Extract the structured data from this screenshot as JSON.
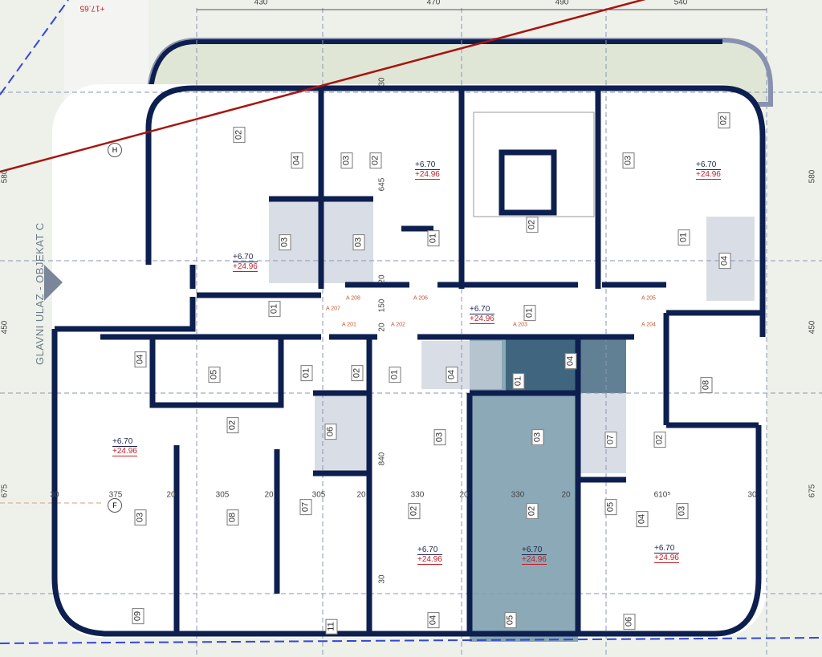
{
  "entrance_label": "GLAVNI ULAZ - OBJEKAT C",
  "top_dimensions": [
    "430",
    "470",
    "490",
    "540"
  ],
  "left_dimensions": [
    "580",
    "450",
    "675"
  ],
  "right_dimensions": [
    "580",
    "450",
    "675"
  ],
  "row_dimensions": [
    "30",
    "375",
    "20",
    "305",
    "20",
    "305",
    "20",
    "330",
    "20",
    "330",
    "20",
    "610⁵",
    "30"
  ],
  "vertical_dimensions": [
    "30",
    "645",
    "20",
    "150",
    "20",
    "840",
    "30"
  ],
  "site_elevation": "+17.65",
  "elevation": {
    "relative": "+6.70",
    "absolute": "+24.96"
  },
  "axis_markers": [
    "H",
    "F"
  ],
  "door_tags": [
    "A 201",
    "A 202",
    "A 203",
    "A 204",
    "A 205",
    "A 206",
    "A 207",
    "A 208"
  ],
  "room_numbers": [
    "02",
    "04",
    "01",
    "03",
    "03",
    "03",
    "02",
    "01",
    "02",
    "03",
    "02",
    "01",
    "04",
    "01",
    "04",
    "05",
    "01",
    "02",
    "02",
    "06",
    "01",
    "04",
    "01",
    "04",
    "08",
    "02",
    "07",
    "03",
    "03",
    "03",
    "08",
    "07",
    "02",
    "02",
    "05",
    "04",
    "03",
    "09",
    "11",
    "04",
    "05",
    "06"
  ],
  "colors": {
    "wall": "#0d1f4f",
    "highlight": "#3e6f86",
    "section_line": "#a8140e",
    "axis_line": "#3344dd",
    "door_tag": "#c8562e"
  }
}
